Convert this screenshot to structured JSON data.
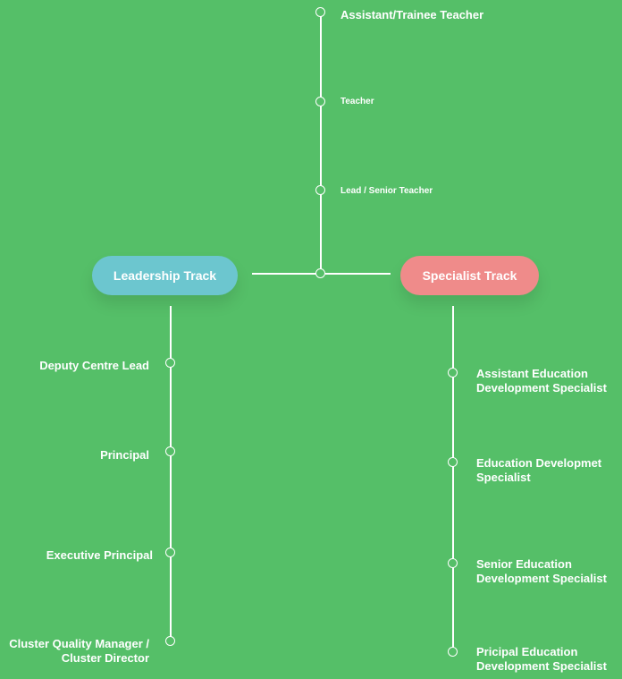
{
  "colors": {
    "background": "#55bf68",
    "leadership": "#6cc6cf",
    "specialist": "#ef8b8a",
    "line": "#ffffff"
  },
  "top_track": {
    "items": [
      {
        "label": "Assistant/Trainee Teacher"
      },
      {
        "label": "Teacher"
      },
      {
        "label": "Lead / Senior Teacher"
      }
    ]
  },
  "leadership_track": {
    "title": "Leadership Track",
    "items": [
      {
        "label": "Deputy Centre Lead"
      },
      {
        "label": "Principal"
      },
      {
        "label": "Executive Principal"
      },
      {
        "label_line1": "Cluster Quality Manager /",
        "label_line2": "Cluster Director"
      }
    ]
  },
  "specialist_track": {
    "title": "Specialist Track",
    "items": [
      {
        "label_line1": "Assistant Education",
        "label_line2": "Development Specialist"
      },
      {
        "label_line1": "Education Developmet",
        "label_line2": "Specialist"
      },
      {
        "label_line1": "Senior Education",
        "label_line2": "Development Specialist"
      },
      {
        "label_line1": "Pricipal Education",
        "label_line2": "Development Specialist"
      }
    ]
  }
}
